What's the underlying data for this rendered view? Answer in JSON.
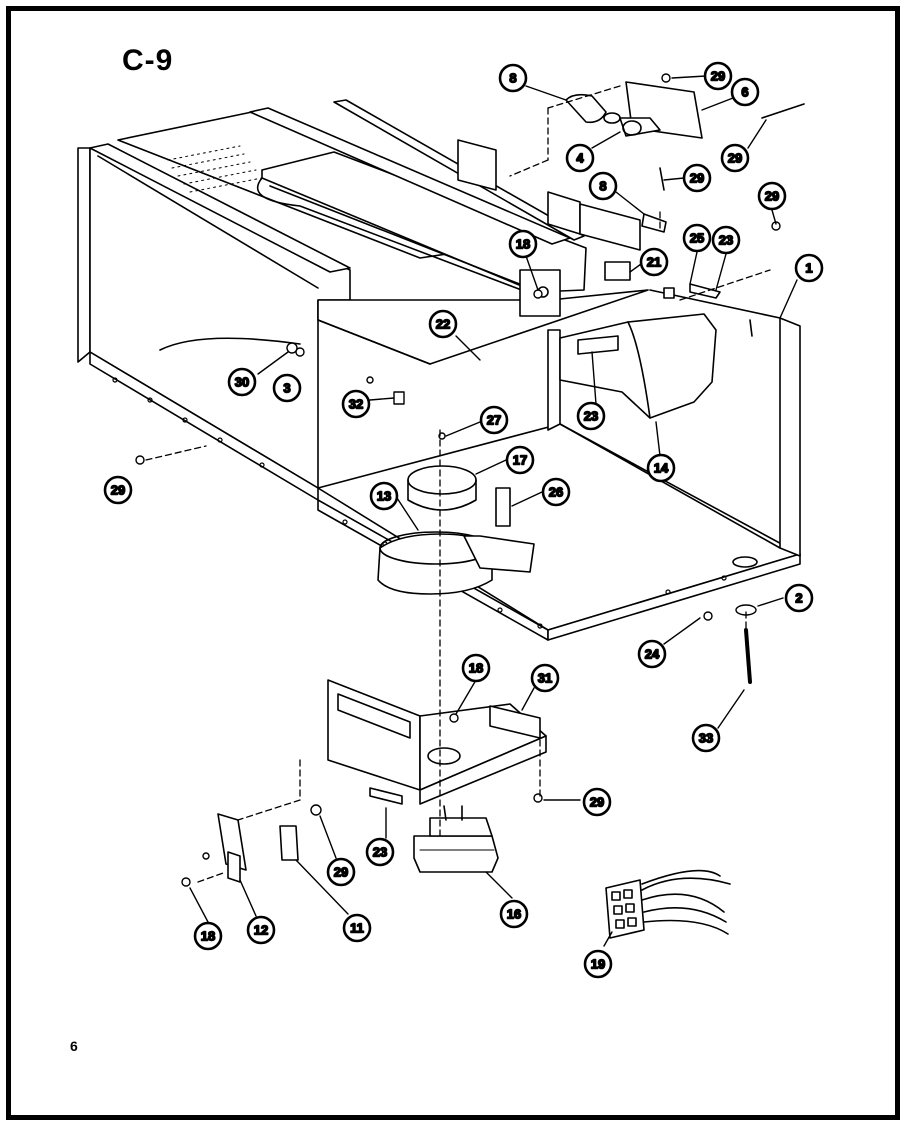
{
  "diagram": {
    "title": "C-9",
    "page_number": "6",
    "callouts": [
      {
        "label": "8"
      },
      {
        "label": "29"
      },
      {
        "label": "6"
      },
      {
        "label": "4"
      },
      {
        "label": "29"
      },
      {
        "label": "29"
      },
      {
        "label": "8"
      },
      {
        "label": "29"
      },
      {
        "label": "18"
      },
      {
        "label": "21"
      },
      {
        "label": "25"
      },
      {
        "label": "23"
      },
      {
        "label": "1"
      },
      {
        "label": "22"
      },
      {
        "label": "30"
      },
      {
        "label": "3"
      },
      {
        "label": "32"
      },
      {
        "label": "27"
      },
      {
        "label": "23"
      },
      {
        "label": "14"
      },
      {
        "label": "29"
      },
      {
        "label": "17"
      },
      {
        "label": "13"
      },
      {
        "label": "26"
      },
      {
        "label": "2"
      },
      {
        "label": "24"
      },
      {
        "label": "33"
      },
      {
        "label": "18"
      },
      {
        "label": "31"
      },
      {
        "label": "29"
      },
      {
        "label": "23"
      },
      {
        "label": "29"
      },
      {
        "label": "16"
      },
      {
        "label": "18"
      },
      {
        "label": "12"
      },
      {
        "label": "11"
      },
      {
        "label": "19"
      }
    ]
  }
}
